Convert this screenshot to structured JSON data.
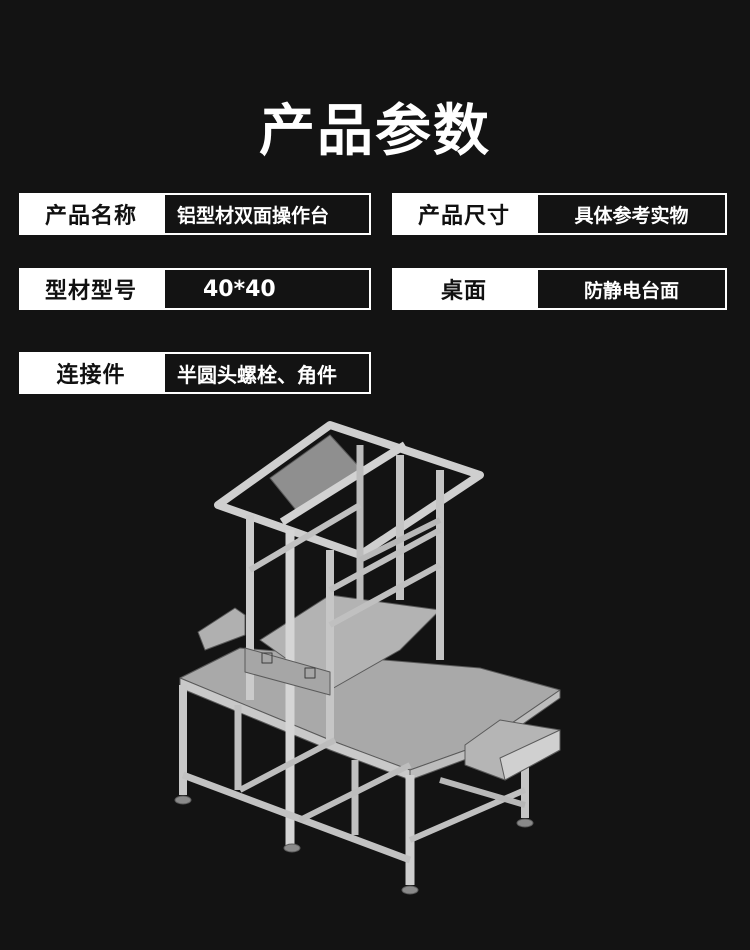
{
  "page": {
    "title": "产品参数"
  },
  "specs": [
    {
      "label": "产品名称",
      "value": "铝型材双面操作台"
    },
    {
      "label": "产品尺寸",
      "value": "具体参考实物"
    },
    {
      "label": "型材型号",
      "value": "40*40"
    },
    {
      "label": "桌面",
      "value": "防静电台面"
    },
    {
      "label": "连接件",
      "value": "半圆头螺栓、角件"
    }
  ],
  "product_image": {
    "description": "Aluminum profile double-sided workbench line drawing",
    "colors": {
      "frame": "#c8c8c8",
      "frame_edge": "#6a6a6a",
      "panel": "#9a9a9a",
      "background": "#131313"
    }
  }
}
